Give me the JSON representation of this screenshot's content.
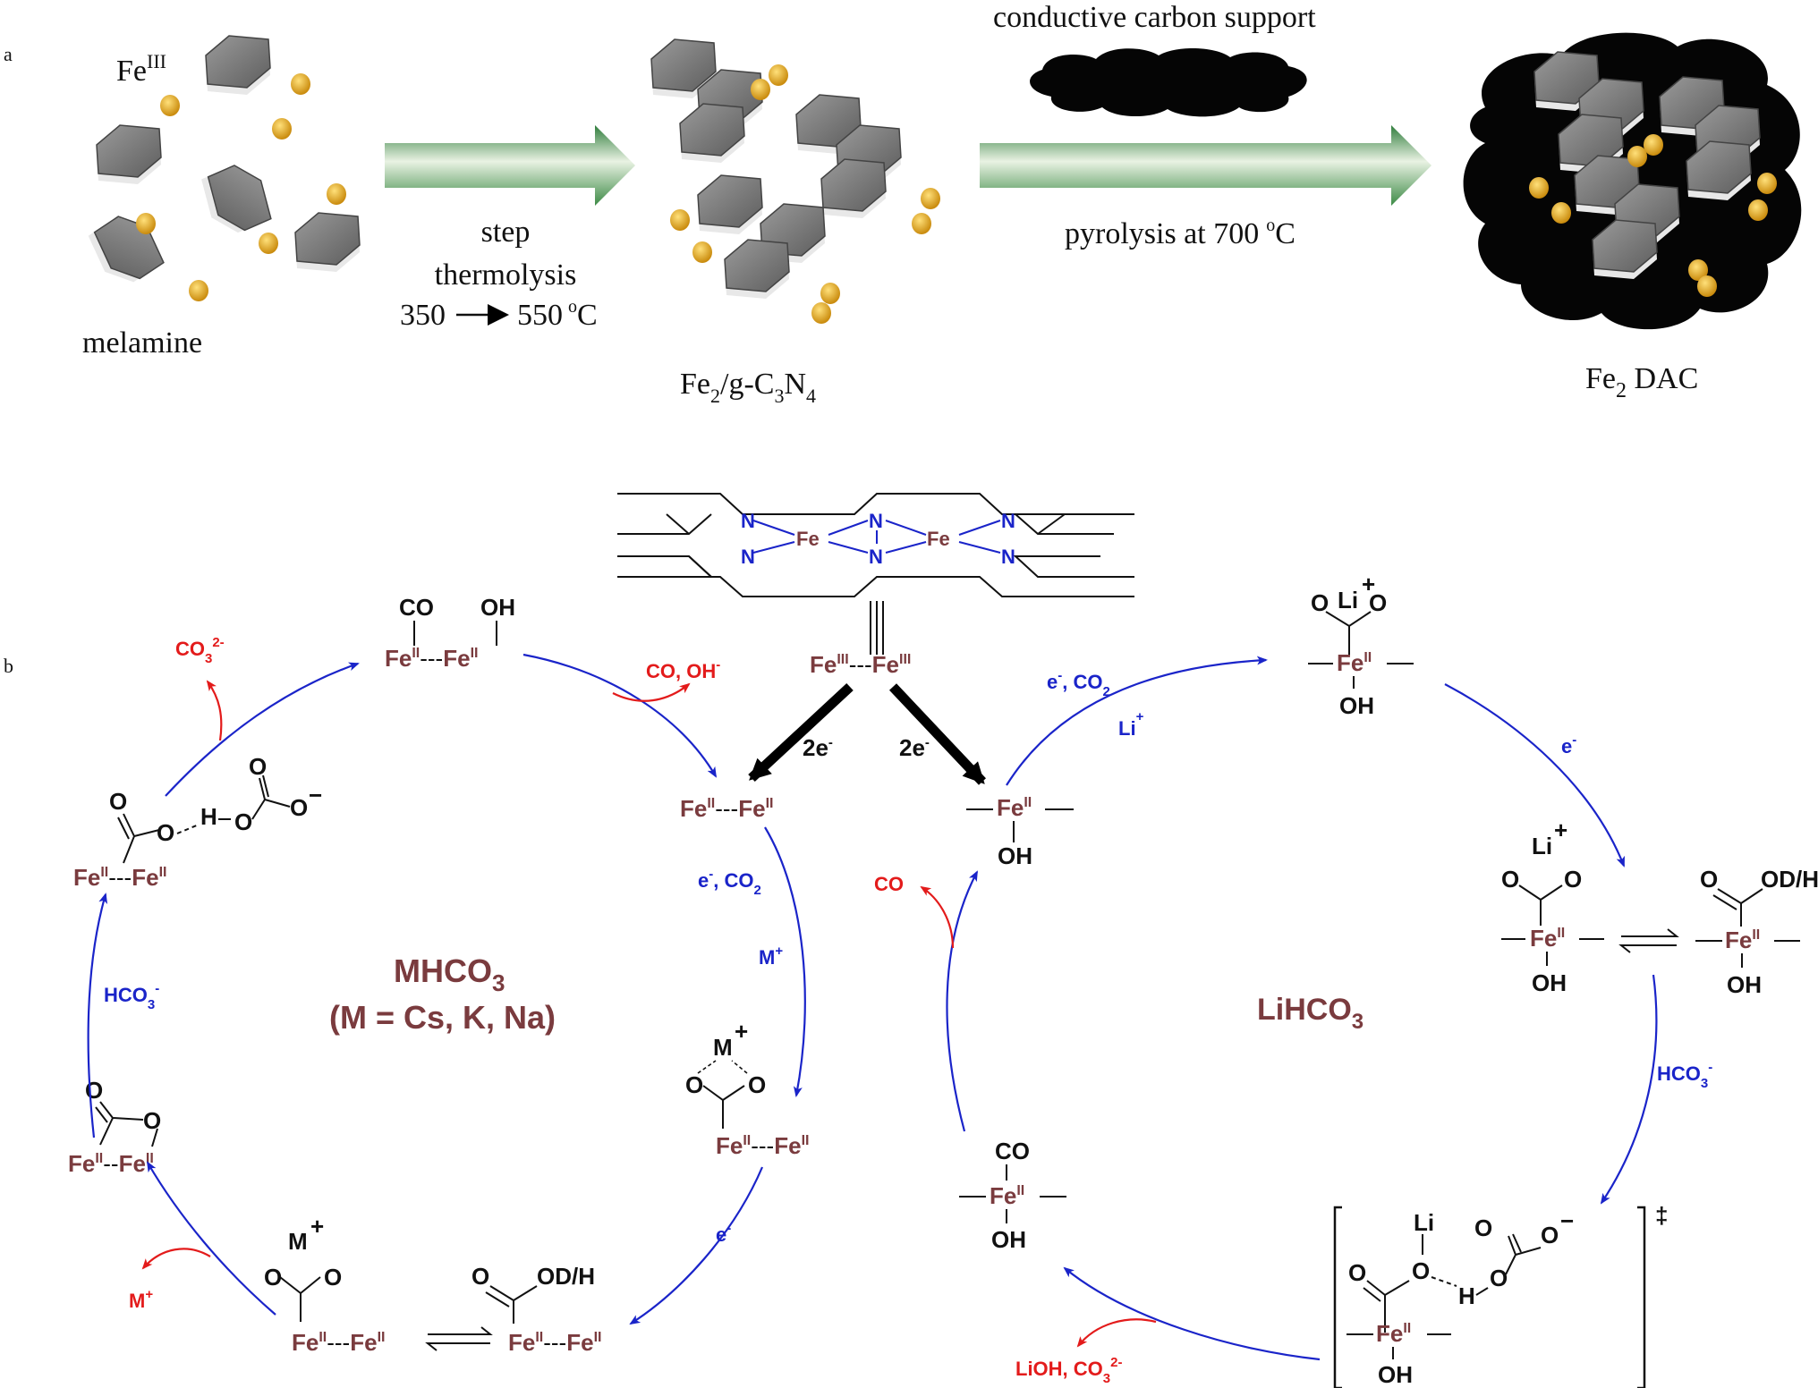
{
  "panel_a": {
    "label": "a",
    "fe_iii": "Fe",
    "fe_iii_sup": "III",
    "melamine": "melamine",
    "step1_line1": "step",
    "step1_line2": "thermolysis",
    "step1_line3_a": "350",
    "step1_line3_b": "550",
    "step1_line3_c": "C",
    "degree": "o",
    "intermediate_a": "Fe",
    "intermediate_sub1": "2",
    "intermediate_b": "/g-C",
    "intermediate_sub2": "3",
    "intermediate_c": "N",
    "intermediate_sub3": "4",
    "support": "conductive carbon support",
    "step2_a": "pyrolysis at 700",
    "step2_b": "C",
    "product_a": "Fe",
    "product_sub": "2",
    "product_b": " DAC"
  },
  "panel_b": {
    "label": "b",
    "ring_n": "N",
    "ring_fe": "Fe",
    "center_species": "Fe",
    "center_sup": "III",
    "left_transfer": "2e",
    "right_transfer": "2e",
    "left_cycle_label_1": "MHCO",
    "left_cycle_sub": "3",
    "left_cycle_label_2": "(M = Cs, K, Na)",
    "right_cycle_label": "LiHCO",
    "right_cycle_sub": "3",
    "reagents": {
      "co_oh": "CO, OH",
      "co3": "CO",
      "co3_sub": "3",
      "co3_sup": "2-",
      "e_co2": "e",
      "co2_sub": "2",
      "m_plus": "M",
      "e_minus": "e",
      "hco3": "HCO",
      "hco3_sub": "3",
      "li_plus": "Li",
      "co_out": "CO",
      "lioh": "LiOH, CO",
      "od_h": "OD/H",
      "dagger": "‡"
    },
    "atoms": {
      "fe": "Fe",
      "fe_sup": "II",
      "co": "CO",
      "oh": "OH",
      "o": "O",
      "h": "H",
      "m": "M",
      "li": "Li",
      "plus": "+",
      "minus": "−"
    }
  },
  "colors": {
    "fe": "#7a3b3e",
    "blue_arrow": "#1a24c9",
    "red_arrow": "#e31b1b",
    "nitrogen": "#1a24c9",
    "gold": "#e3a81c",
    "carbon": "#0a0a0a"
  }
}
